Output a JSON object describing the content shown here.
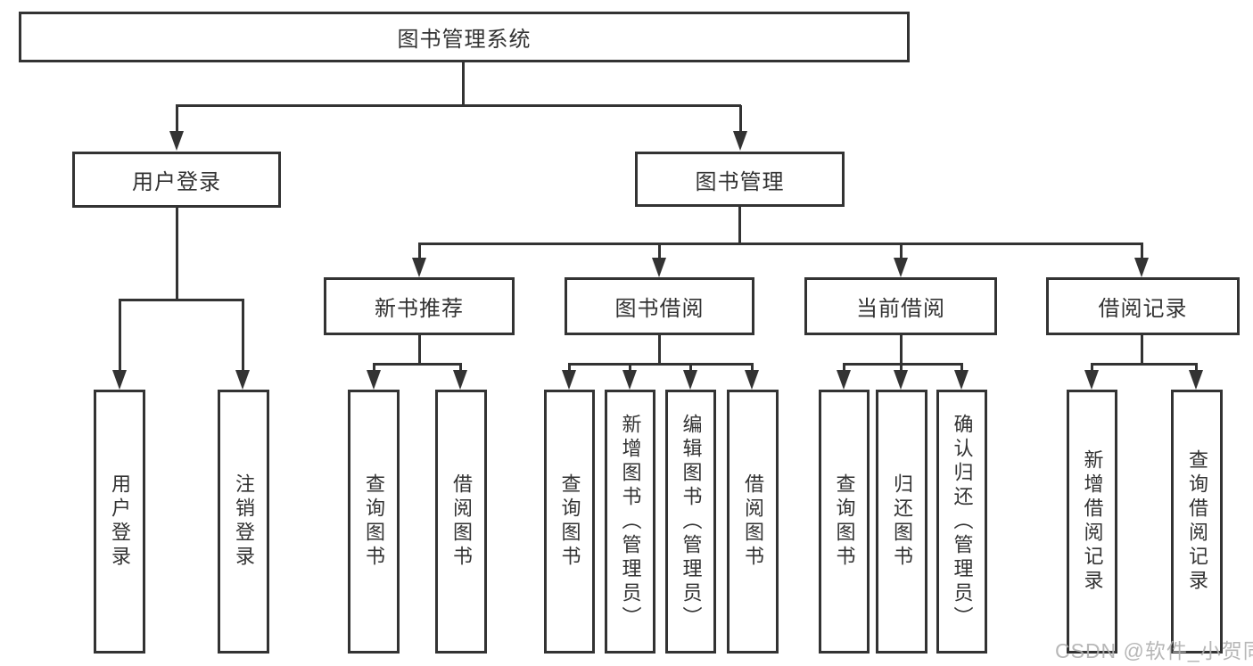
{
  "diagram": {
    "title_node": {
      "label": "图书管理系统"
    },
    "level2": [
      {
        "id": "user-login",
        "label": "用户登录"
      },
      {
        "id": "book-management",
        "label": "图书管理"
      }
    ],
    "level3": [
      {
        "id": "new-book-recommend",
        "label": "新书推荐"
      },
      {
        "id": "book-borrow",
        "label": "图书借阅"
      },
      {
        "id": "current-borrow",
        "label": "当前借阅"
      },
      {
        "id": "borrow-records",
        "label": "借阅记录"
      }
    ],
    "leaves": [
      {
        "id": "leaf-user-login",
        "label": "用户登录"
      },
      {
        "id": "leaf-logout",
        "label": "注销登录"
      },
      {
        "id": "leaf-query-books-recommend",
        "label": "查询图书"
      },
      {
        "id": "leaf-borrow-books-recommend",
        "label": "借阅图书"
      },
      {
        "id": "leaf-query-books-borrow",
        "label": "查询图书"
      },
      {
        "id": "leaf-add-books-admin",
        "label": "新增图书（管理员）"
      },
      {
        "id": "leaf-edit-books-admin",
        "label": "编辑图书（管理员）"
      },
      {
        "id": "leaf-borrow-books-borrow",
        "label": "借阅图书"
      },
      {
        "id": "leaf-query-books-current",
        "label": "查询图书"
      },
      {
        "id": "leaf-return-books",
        "label": "归还图书"
      },
      {
        "id": "leaf-confirm-return-admin",
        "label": "确认归还（管理员）"
      },
      {
        "id": "leaf-add-borrow-record",
        "label": "新增借阅记录"
      },
      {
        "id": "leaf-query-borrow-record",
        "label": "查询借阅记录"
      }
    ],
    "colors": {
      "line": "#333333",
      "text": "#333333",
      "background": "#ffffff",
      "watermark": "#b0b0b0"
    }
  },
  "watermark": {
    "text": "CSDN @软件_小贺同学"
  }
}
